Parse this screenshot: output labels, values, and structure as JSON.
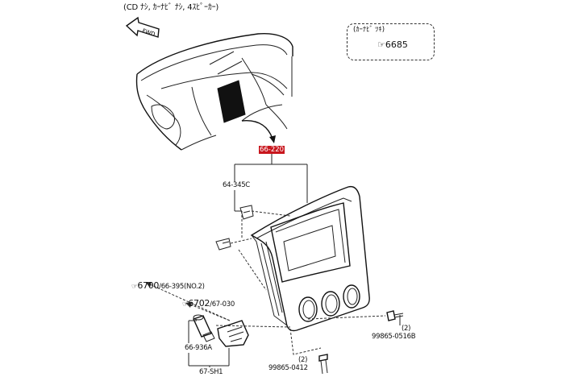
{
  "header_text": "(CD ﾅｼ, ｶｰﾅﾋﾞ ﾅｼ, 4ｽﾋﾟｰｶｰ)",
  "fwd_label": "FWD",
  "note": {
    "title": "(ｶｰﾅﾋﾞ ﾂｷ)",
    "ref": "6685"
  },
  "parts": {
    "main": "66-220",
    "bracket": "64-345C",
    "ref_6700": "6700",
    "ref_6700_suffix": "/66-395(NO.2)",
    "ref_6702": "6702",
    "ref_6702_suffix": "/67-030",
    "bolt_right_qty": "(2)",
    "bolt_right": "99865-0516B",
    "bolt_bottom_qty": "(2)",
    "bolt_bottom": "99865-0412",
    "bulb": "66-936A",
    "socket": "67-SH1"
  }
}
